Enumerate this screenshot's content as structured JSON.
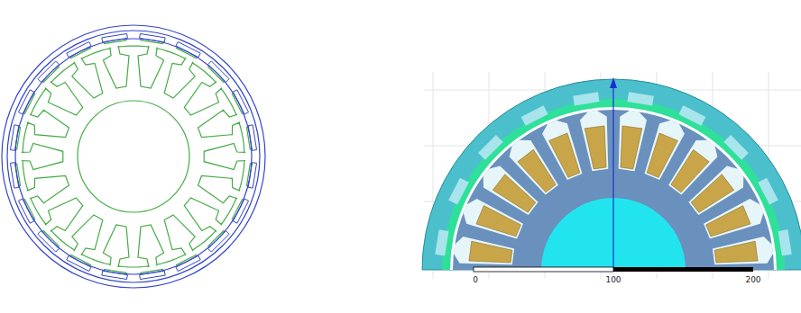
{
  "diagram": {
    "labels": [
      "0",
      "100",
      "200"
    ]
  }
}
